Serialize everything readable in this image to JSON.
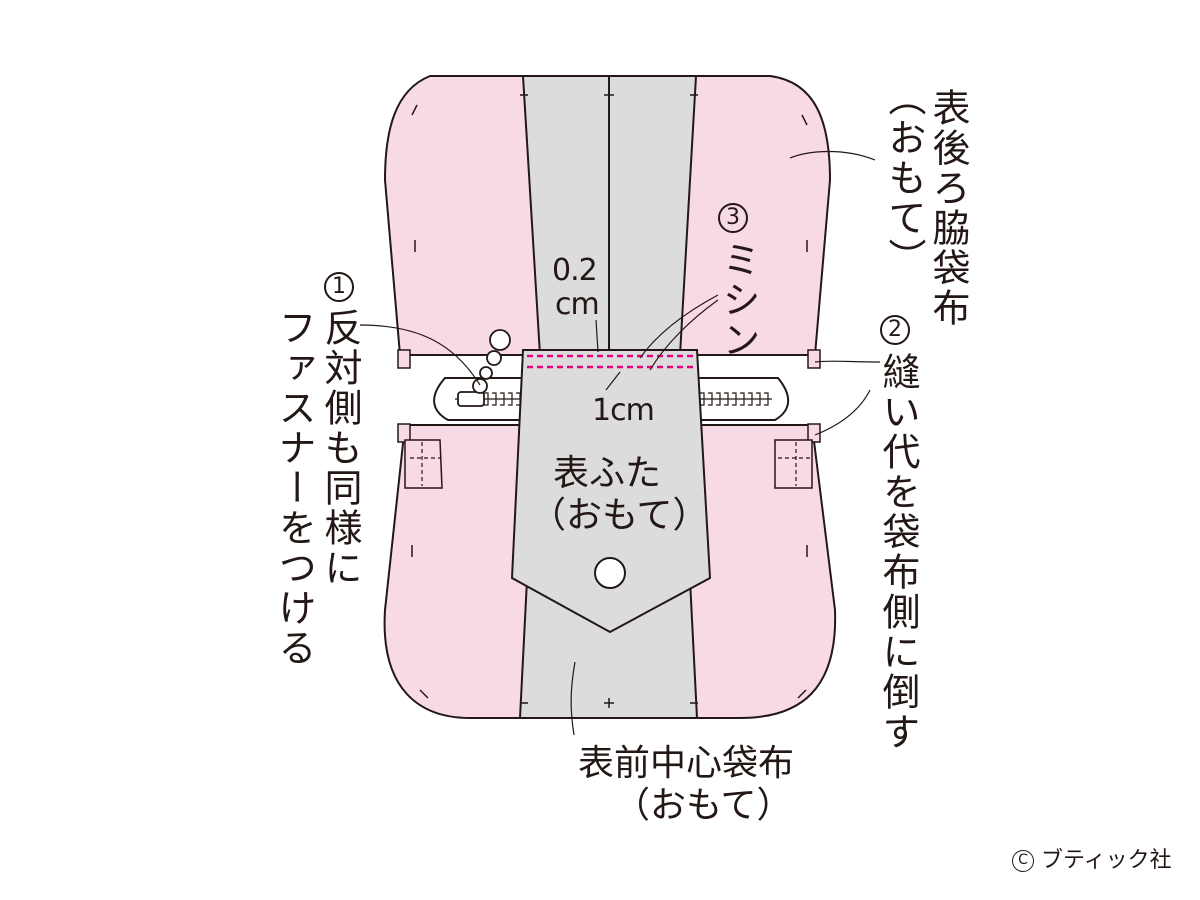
{
  "labels": {
    "back_side_fabric": "表後ろ脇袋布",
    "back_side_fabric_face": "（おもて）",
    "step1_number": "1",
    "step1_text": "反対側も同様に",
    "step1_text2": "ファスナーをつける",
    "step2_number": "2",
    "step2_text": "縫い代を袋布側に倒す",
    "step3_number": "3",
    "step3_text": "ミシン",
    "seam_02": "0.2",
    "seam_02_unit": "cm",
    "seam_1": "1cm",
    "flap_title": "表ふた",
    "flap_face": "（おもて）",
    "front_center_fabric": "表前中心袋布",
    "front_center_face": "（おもて）",
    "copyright": "ブティック社"
  },
  "colors": {
    "pink_fabric": "#f8d9e6",
    "gray_fabric": "#dcdcdc",
    "outline": "#231815",
    "stitch": "#e4007f",
    "white": "#ffffff"
  },
  "icons": {
    "zipper_pull": "zipper-pull-icon",
    "snap_button": "snap-circle-icon",
    "copyright_symbol": "copyright-icon"
  }
}
